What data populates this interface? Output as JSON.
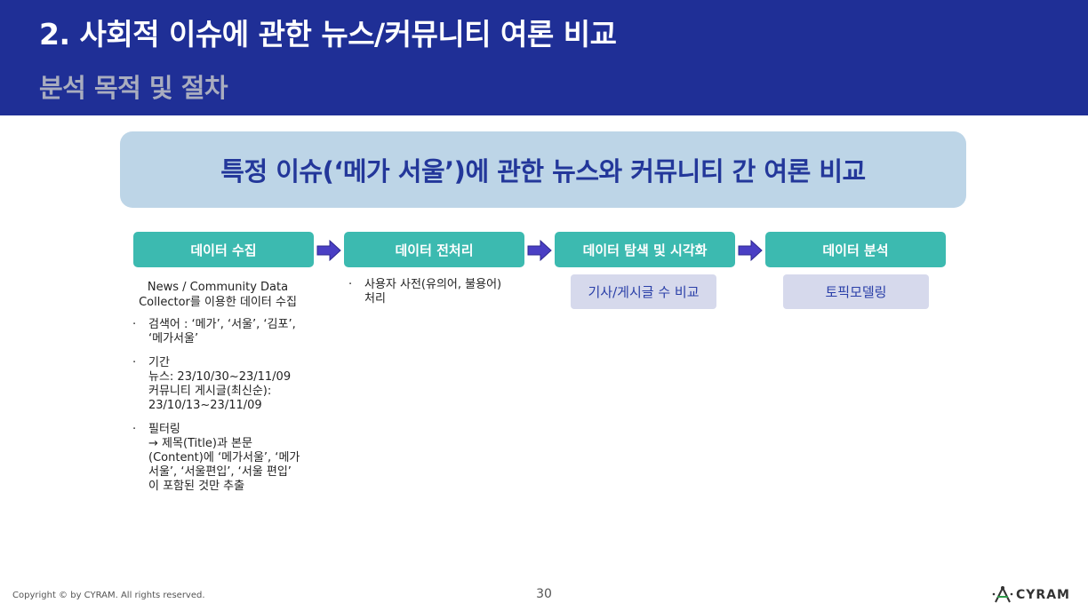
{
  "header": {
    "title": "2. 사회적 이슈에 관한 뉴스/커뮤니티 여론 비교",
    "subtitle": "분석 목적 및 절차"
  },
  "banner": {
    "text": "특정 이슈(‘메가 서울’)에 관한 뉴스와 커뮤니티 간 여론 비교"
  },
  "steps": [
    {
      "label": "데이터 수집"
    },
    {
      "label": "데이터 전처리"
    },
    {
      "label": "데이터 탐색 및 시각화"
    },
    {
      "label": "데이터 분석"
    }
  ],
  "collection": {
    "intro": [
      "News / Community Data",
      "Collector를 이용한 데이터 수집"
    ],
    "bullets": [
      [
        "검색어 : ‘메가’, ‘서울’, ‘김포’,",
        "‘메가서울’"
      ],
      [
        "기간",
        "뉴스: 23/10/30~23/11/09",
        "커뮤니티 게시글(최신순):",
        "23/10/13~23/11/09"
      ],
      [
        "필터링",
        "→ 제목(Title)과 본문",
        "(Content)에 ‘메가서울’, ‘메가",
        "서울’, ‘서울편입’, ‘서울 편입’",
        "이 포함된 것만 추출"
      ]
    ]
  },
  "preprocessing": {
    "bullets": [
      [
        "사용자 사전(유의어, 불용어)",
        "처리"
      ]
    ]
  },
  "exploration": {
    "box": "기사/게시글 수 비교"
  },
  "analysis": {
    "box": "토픽모델링"
  },
  "footer": {
    "copyright": "Copyright © by CYRAM. All rights reserved.",
    "page": "30",
    "logo": "CYRAM"
  },
  "colors": {
    "header_bg": "#1f2f96",
    "banner_bg": "#bdd5e7",
    "step_bg": "#3cbab0",
    "arrow": "#4a3fc4",
    "sub_box_bg": "#d6d9ec"
  }
}
